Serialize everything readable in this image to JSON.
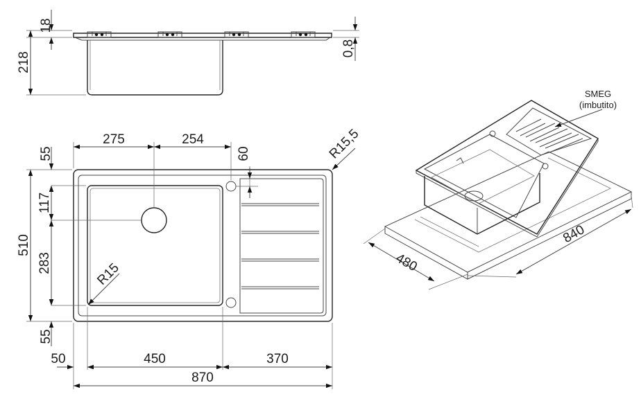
{
  "side_view": {
    "dim_thickness": "18",
    "dim_depth": "218",
    "dim_lip": "0,8"
  },
  "top_view": {
    "dim_bowl_to_drain": "275",
    "dim_drain_to_tap": "254",
    "dim_tap_offset": "60",
    "dim_corner_outer": "R15,5",
    "dim_margin_top": "55",
    "dim_drain_y": "117",
    "dim_drain_to_bottom": "283",
    "dim_margin_bottom": "55",
    "dim_total_depth": "510",
    "dim_corner_bowl": "R15",
    "dim_margin_left": "50",
    "dim_bowl_width": "450",
    "dim_drainer_width": "370",
    "dim_total_width": "870"
  },
  "iso_view": {
    "label_brand": "SMEG",
    "label_type": "(imbutito)",
    "dim_cutout_depth": "480",
    "dim_cutout_width": "840"
  }
}
